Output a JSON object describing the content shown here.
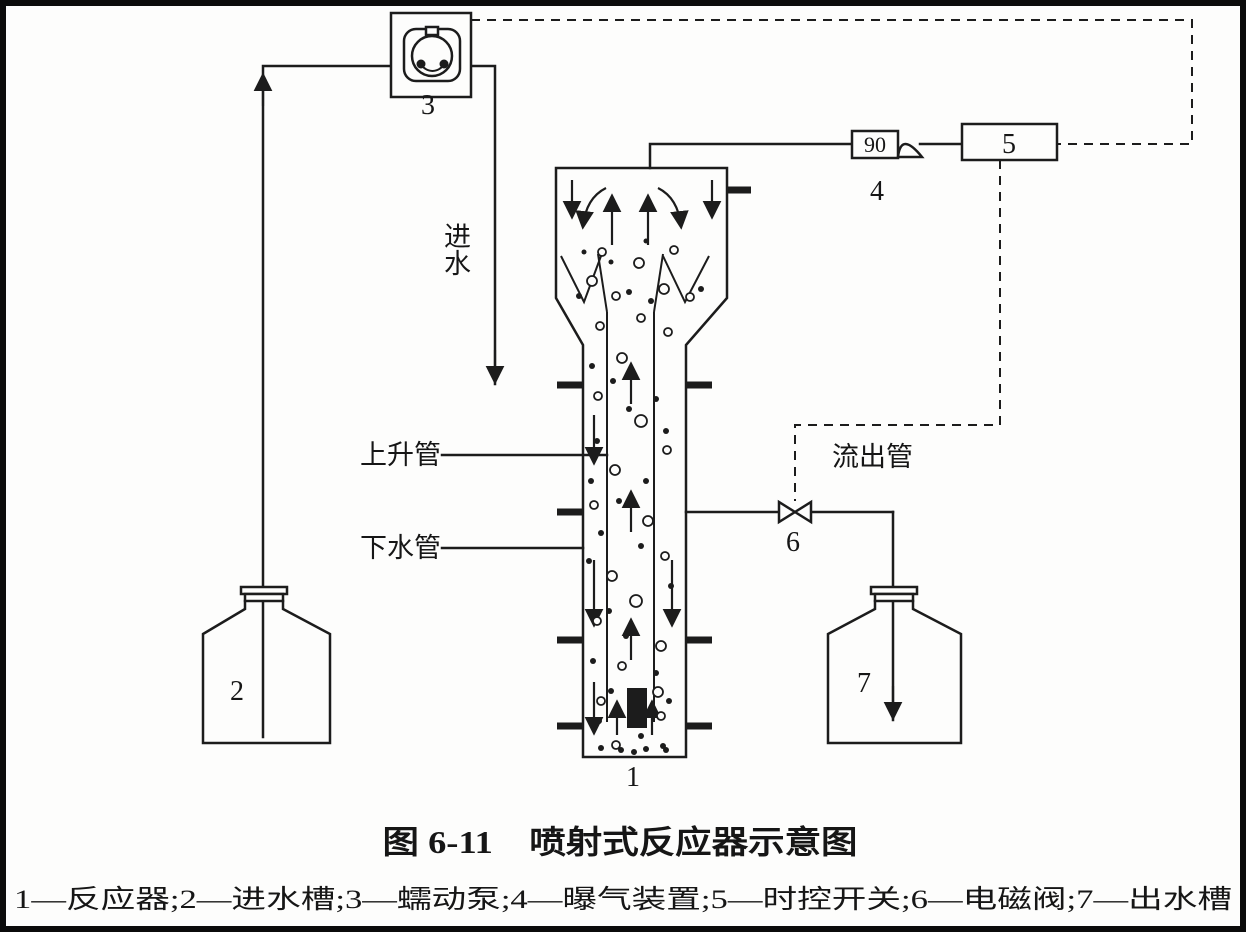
{
  "figure": {
    "title": "图 6-11　喷射式反应器示意图",
    "legend": "1—反应器;2—进水槽;3—蠕动泵;4—曝气装置;5—时控开关;6—电磁阀;7—出水槽"
  },
  "labels": {
    "inlet_water": "进水",
    "riser_pipe": "上升管",
    "downcomer_pipe": "下水管",
    "outlet_pipe": "流出管"
  },
  "components": {
    "reactor": "1",
    "inlet_tank": "2",
    "pump": "3",
    "aerator": "4",
    "timer_switch": "5",
    "solenoid_valve": "6",
    "outlet_tank": "7",
    "aerator_display": "90"
  },
  "colors": {
    "ink": "#1c1c1c",
    "background": "#fdfdfc"
  }
}
